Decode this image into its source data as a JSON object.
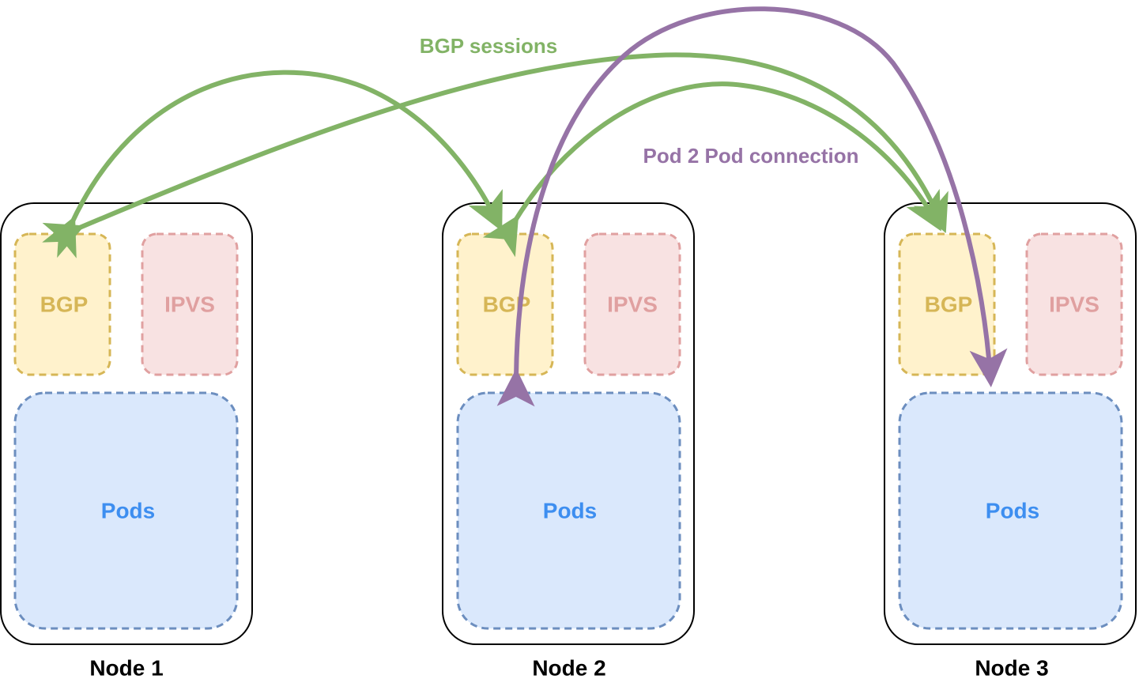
{
  "nodes": [
    {
      "name": "Node 1",
      "bgp": "BGP",
      "ipvs": "IPVS",
      "pods": "Pods"
    },
    {
      "name": "Node 2",
      "bgp": "BGP",
      "ipvs": "IPVS",
      "pods": "Pods"
    },
    {
      "name": "Node 3",
      "bgp": "BGP",
      "ipvs": "IPVS",
      "pods": "Pods"
    }
  ],
  "labels": {
    "bgp_sessions": "BGP sessions",
    "pod_connection": "Pod 2 Pod connection"
  },
  "colors": {
    "bgp_fill": "#fff2cc",
    "bgp_stroke": "#d6b656",
    "ipvs_fill": "#f8e2e2",
    "ipvs_stroke": "#e0a0a0",
    "pods_fill": "#dae8fc",
    "pods_stroke": "#6c8ebf",
    "pods_text": "#3d8ef0",
    "bgp_session_line": "#82b366",
    "pod_connection_line": "#9673a6"
  }
}
